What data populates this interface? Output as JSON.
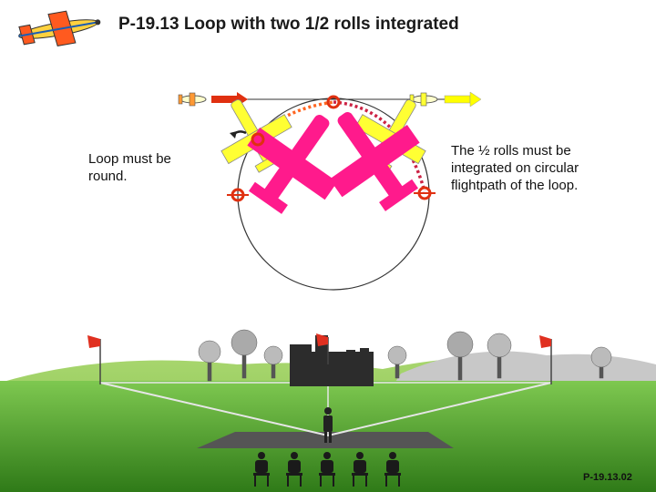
{
  "title": "P-19.13 Loop with two 1/2 rolls integrated",
  "notes": {
    "left": [
      "Loop must be",
      "round."
    ],
    "right": [
      "The ½ rolls must be",
      "integrated on circular",
      "flightpath of the loop."
    ]
  },
  "code": "P-19.13.02",
  "colors": {
    "sky": "#ffffff",
    "grass": "#3c8a1e",
    "plane_pink": "#ff1a8c",
    "plane_yellow": "#ffff33",
    "arrow_red": "#e03010",
    "arrow_yellow": "#ffff00",
    "path_dashed": "#ff3300",
    "flag": "#e03020"
  },
  "icons": {
    "logo": "aerobatic-plane-icon",
    "flag": "red-flag-icon",
    "pilot": "pilot-silhouette-icon",
    "judges": "judge-silhouette-icon"
  }
}
